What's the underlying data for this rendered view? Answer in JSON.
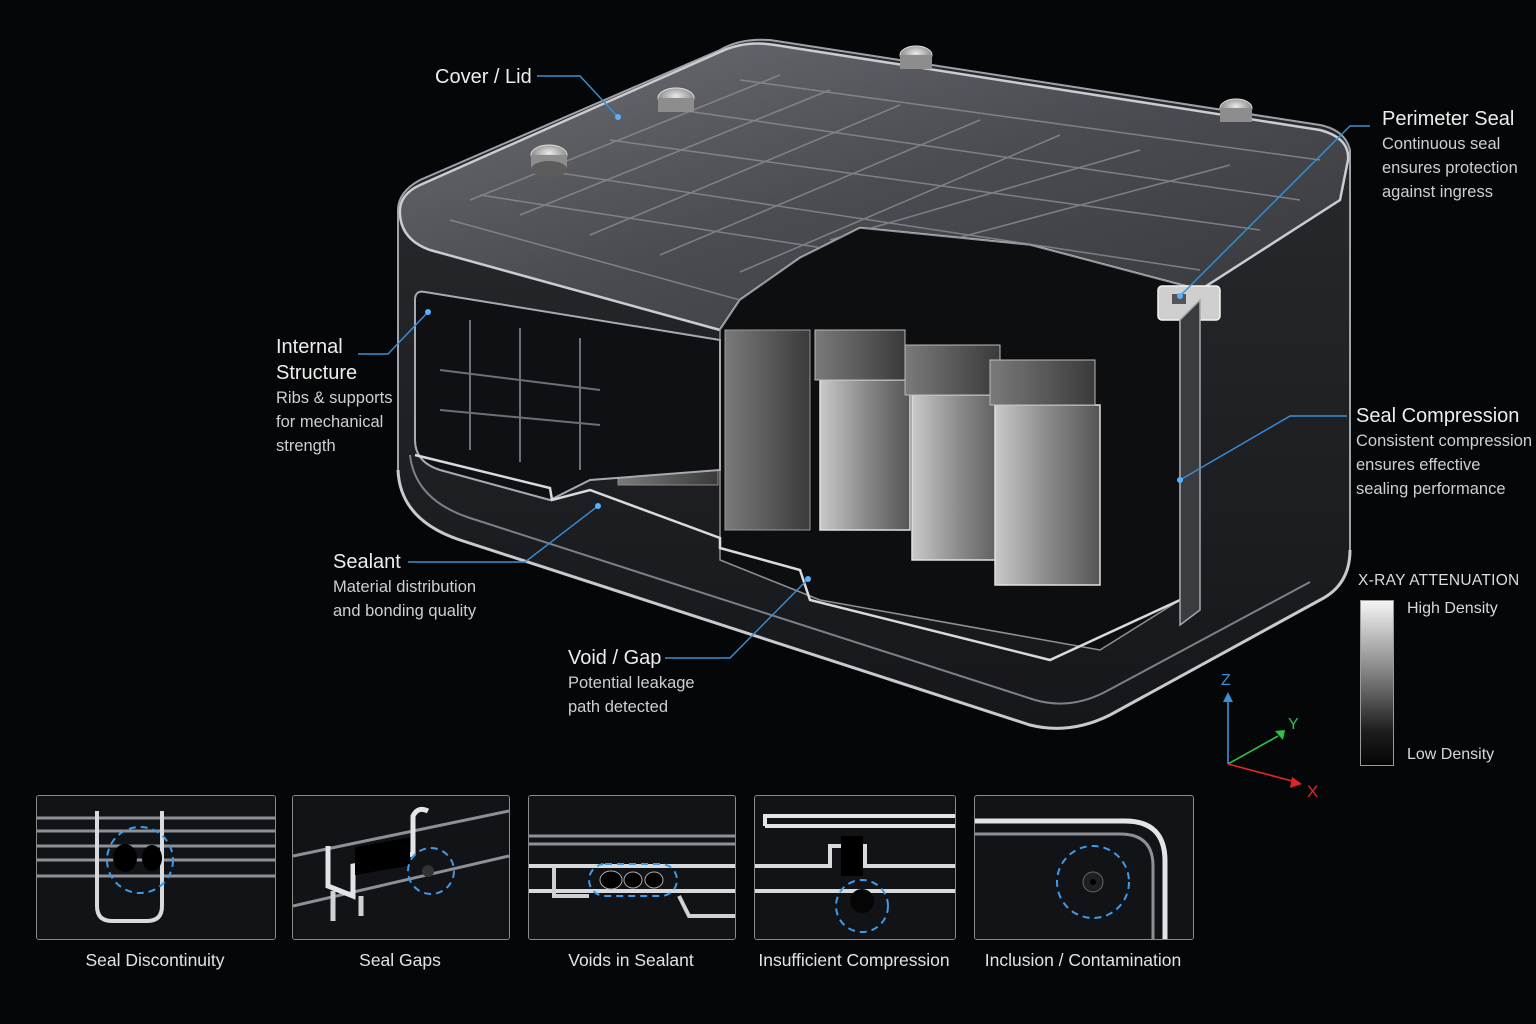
{
  "callouts": {
    "cover": {
      "title": "Cover / Lid"
    },
    "perimeter": {
      "title": "Perimeter Seal",
      "desc": [
        "Continuous seal",
        "ensures protection",
        "against ingress"
      ]
    },
    "internal": {
      "title": [
        "Internal",
        "Structure"
      ],
      "desc": [
        "Ribs & supports",
        "for mechanical",
        "strength"
      ]
    },
    "compression": {
      "title": "Seal Compression",
      "desc": [
        "Consistent compression",
        "ensures effective",
        "sealing performance"
      ]
    },
    "sealant": {
      "title": "Sealant",
      "desc": [
        "Material distribution",
        "and bonding quality"
      ]
    },
    "void": {
      "title": "Void / Gap",
      "desc": [
        "Potential leakage",
        "path detected"
      ]
    }
  },
  "legend": {
    "title": "X-RAY ATTENUATION",
    "high": "High Density",
    "low": "Low Density"
  },
  "axes": {
    "z": "Z",
    "y": "Y",
    "x": "X"
  },
  "defects": [
    {
      "caption": "Seal Discontinuity"
    },
    {
      "caption": "Seal Gaps"
    },
    {
      "caption": "Voids in Sealant"
    },
    {
      "caption": "Insufficient Compression"
    },
    {
      "caption": "Inclusion / Contamination"
    }
  ],
  "colors": {
    "background": "#050608",
    "callout_line": "#3a8fd6",
    "marker_ring": "#3d9be9",
    "axis_z": "#3a8fd6",
    "axis_y": "#2fbf4a",
    "axis_x": "#e02525"
  }
}
